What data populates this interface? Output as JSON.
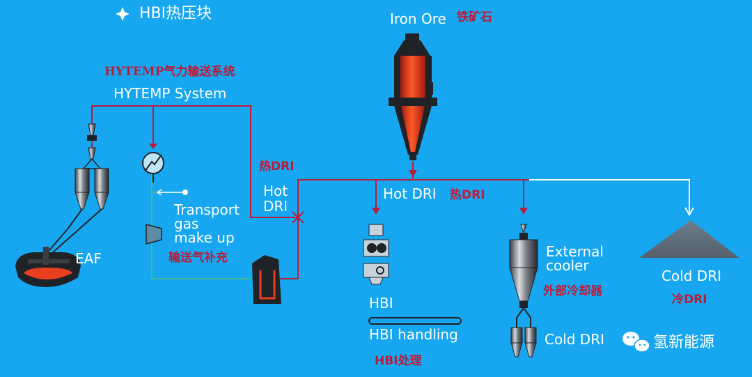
{
  "header": {
    "bullet_icon": "four-point-star",
    "title": "HBI热压块"
  },
  "iron_ore": {
    "label": "Iron Ore",
    "label_cn": "铁矿石"
  },
  "hytemp": {
    "label_cn": "HYTEMP气力输送系统",
    "label": "HYTEMP System"
  },
  "hot_dri_left": {
    "label_cn": "热DRI",
    "line1": "Hot",
    "line2": "DRI"
  },
  "transport_gas": {
    "line1": "Transport",
    "line2": "gas",
    "line3": "make up",
    "label_cn": "输送气补充"
  },
  "eaf": {
    "label": "EAF"
  },
  "hot_dri_center": {
    "label": "Hot DRI",
    "label_cn": "热DRI"
  },
  "hbi": {
    "label": "HBI",
    "handling": "HBI handling",
    "handling_cn": "HBI处理"
  },
  "cooler": {
    "line1": "External",
    "line2": "cooler",
    "label_cn": "外部冷却器",
    "cold_dri": "Cold DRI"
  },
  "cold_pile": {
    "label": "Cold DRI",
    "label_cn": "冷DRI"
  },
  "watermark": {
    "icon": "wechat-icon",
    "text": "氢新能源"
  },
  "colors": {
    "background": "#17a7f0",
    "flow_line": "#b81d3c",
    "cold_line": "#ffffff",
    "equipment": "#1f2226",
    "hot_fill": "#e8401f"
  }
}
